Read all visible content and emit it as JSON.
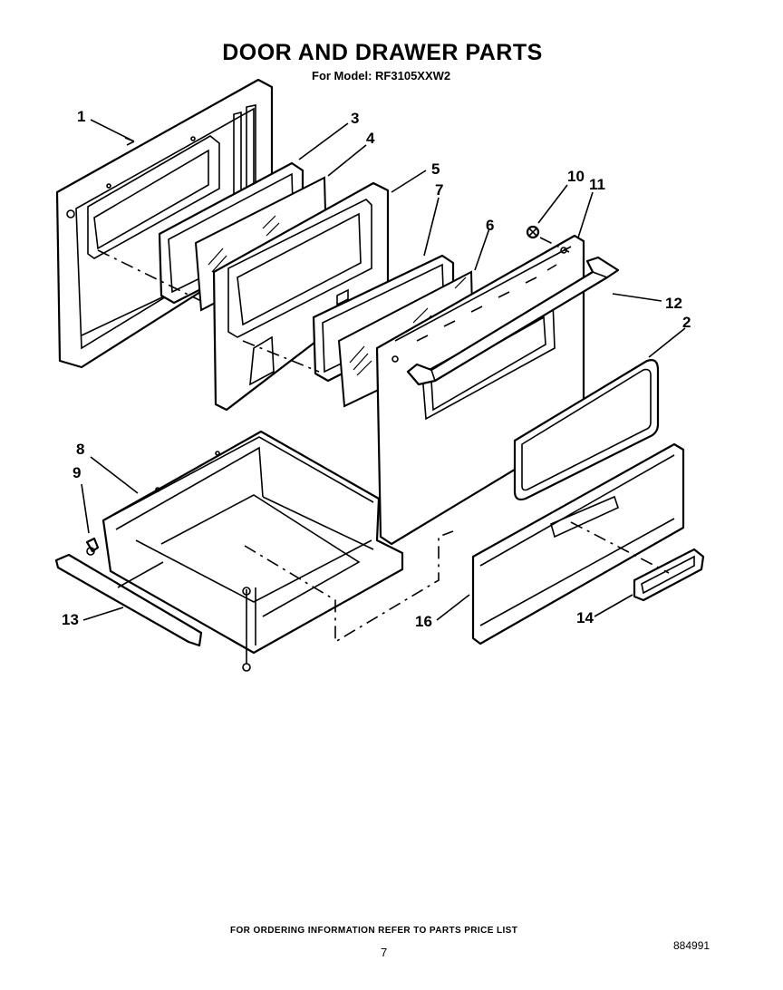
{
  "header": {
    "title": "DOOR AND DRAWER PARTS",
    "subtitle": "For Model: RF3105XXW2"
  },
  "callouts": [
    "1",
    "3",
    "4",
    "5",
    "7",
    "6",
    "10",
    "11",
    "12",
    "2",
    "8",
    "9",
    "13",
    "16",
    "14"
  ],
  "footer": {
    "ordering_note": "FOR ORDERING INFORMATION REFER TO PARTS PRICE LIST",
    "page_number": "7",
    "diagram_code": "884991"
  }
}
